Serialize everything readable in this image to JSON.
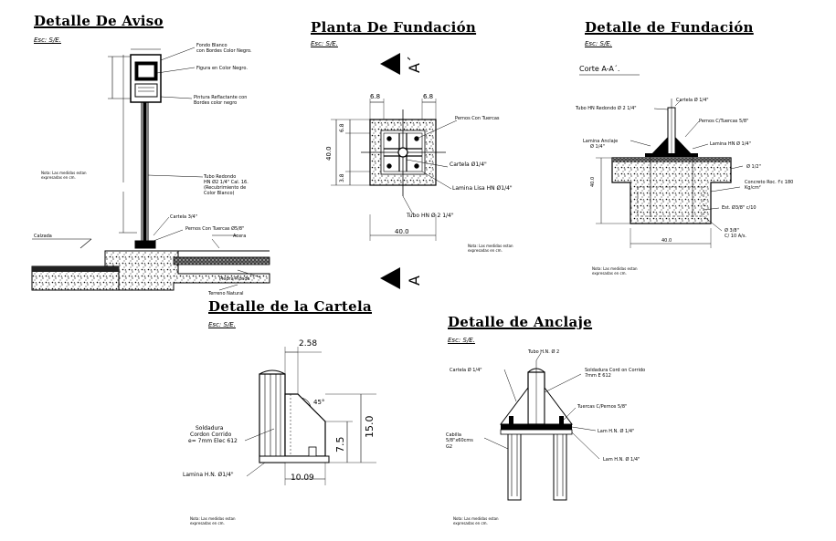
{
  "titles": {
    "aviso": "Detalle De Aviso",
    "planta": "Planta De Fundación",
    "fundacion": "Detalle de Fundación",
    "cartela": "Detalle de la Cartela",
    "anclaje": "Detalle de Anclaje"
  },
  "scales": {
    "aviso": "Esc: S/E.",
    "planta": "Esc: S/E.",
    "fundacion": "Esc: S/E.",
    "cartela": "Esc: S/E.",
    "anclaje": "Esc: S/E."
  },
  "aviso": {
    "fondo_blanco": "Fondo Blanco",
    "fondo_blanco_2": "con Bordes Color Negro.",
    "figura": "Figura en Color Negro.",
    "pintura": "Pintura Reflactante con",
    "pintura_2": "Bordes color negro",
    "nota": "Nota: Las medidas estan",
    "nota_2": "expresadas en cm.",
    "tubo": "Tubo Redondo",
    "tubo_2": "HN Ø2 1/4\" Cal. 16.",
    "tubo_3": "(Recubrimiento de",
    "tubo_4": "Color Blanco)",
    "cartela": "Cartela 3/4\"",
    "pernos": "Pernos Con Tuercas Ø5/8\"",
    "acera": "Acera",
    "calzada": "Calzada",
    "piedra": "Piedra Picada",
    "terreno": "Terreno Natural"
  },
  "planta": {
    "section_mark": "A´",
    "section_mark_bottom": "A",
    "dim_top_left": "6.8",
    "dim_top_right": "6.8",
    "dim_left": "40.0",
    "dim_left_top": "6.8",
    "dim_left_bottom": "3.8",
    "dim_bottom": "40.0",
    "pernos": "Pernos Con Tuercas",
    "cartela": "Cartela Ø1/4\"",
    "lamina": "Lamina Lisa HN Ø1/4\"",
    "tubo": "Tubo HN Ø 2 1/4\"",
    "nota": "Nota: Las medidas estan",
    "nota_2": "expresadas en cm."
  },
  "fundacion": {
    "corte": "Corte A-A´.",
    "cartela": "Cartela Ø 1/4\"",
    "tubo": "Tubo HN Redondo Ø 2 1/4\"",
    "pernos": "Pernos C/Tuercas 5/8\"",
    "lamina_anclaje": "Lamina Anclaje",
    "lamina_anclaje_2": "Ø 1/4\"",
    "lamina_hn": "Lamina HN Ø 1/4\"",
    "dim_12": "Ø 1/2\"",
    "concreto": "Concreto Roc. f'c 180",
    "concreto_2": "Kg/cm²",
    "est": "Est. Ø3/8\" c/10",
    "barras": "Ø 3/8\"",
    "barras_2": "C/ 10 A/s.",
    "dim_bottom": "40.0",
    "dim_left": "40.0",
    "nota": "Nota: Las medidas estan",
    "nota_2": "expresadas en cm."
  },
  "cartela": {
    "dim_top": "2.58",
    "angle": "45°",
    "dim_right_big": "15.0",
    "dim_right_small": "7.5",
    "dim_bottom": "10.09",
    "soldadura": "Soldadura",
    "soldadura_2": "Cordon Corrido",
    "soldadura_3": "e= 7mm Elec 612",
    "lamina": "Lamina H.N. Ø1/4\"",
    "nota": "Nota: Las medidas estan",
    "nota_2": "expresadas en cm."
  },
  "anclaje": {
    "tubo": "Tubo H.N. Ø 2",
    "cartela": "Cartela Ø 1/4\"",
    "soldadura": "Soldadura Cord on Corrido",
    "soldadura_2": "7mm E 612",
    "tuercas": "Tuercas C/Pernos 5/8\"",
    "lam1": "Lam H.N. Ø 1/4\"",
    "lam2": "Lam H.N. Ø 1/4\"",
    "cabilla": "Cabilla",
    "cabilla_2": "5/8\"x60cms",
    "cabilla_3": "G2",
    "nota": "Nota: Las medidas estan",
    "nota_2": "expresadas en cm."
  }
}
